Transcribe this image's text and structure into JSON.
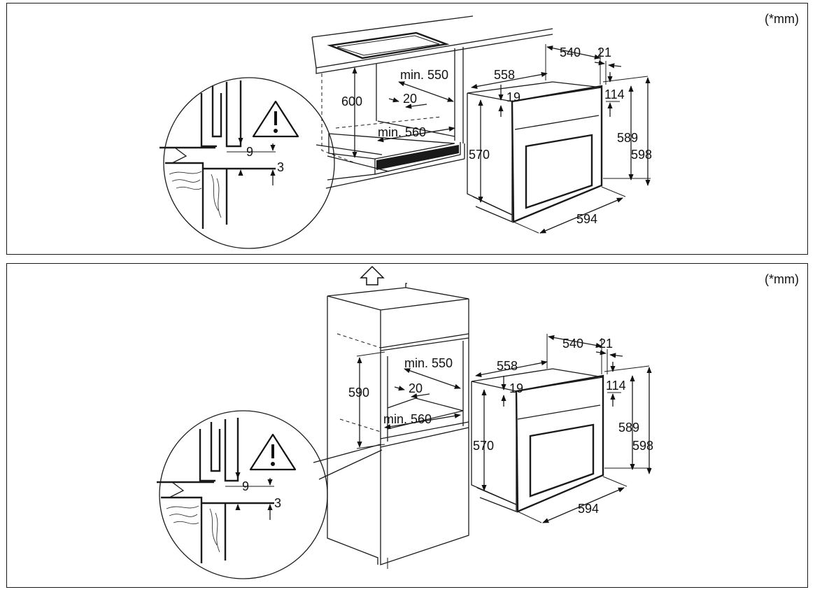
{
  "unit_note": "(*mm)",
  "top_panel": {
    "cabinet": {
      "height": "600",
      "depth": "min. 550",
      "gap": "20",
      "width": "min. 560"
    },
    "oven": {
      "depth": "540",
      "door": "21",
      "width_top": "558",
      "inset": "19",
      "offset": "114",
      "height_body": "570",
      "height_front": "589",
      "height_total": "598",
      "width_front": "594"
    },
    "detail": {
      "gap_top": "9",
      "gap_bottom": "3"
    }
  },
  "bottom_panel": {
    "cabinet": {
      "height": "590",
      "depth": "min. 550",
      "gap": "20",
      "width": "min. 560"
    },
    "oven": {
      "depth": "540",
      "door": "21",
      "width_top": "558",
      "inset": "19",
      "offset": "114",
      "height_body": "570",
      "height_front": "589",
      "height_total": "598",
      "width_front": "594"
    },
    "detail": {
      "gap_top": "9",
      "gap_bottom": "3"
    }
  },
  "icons": [
    "warning-triangle-icon",
    "arrow-up-icon"
  ]
}
